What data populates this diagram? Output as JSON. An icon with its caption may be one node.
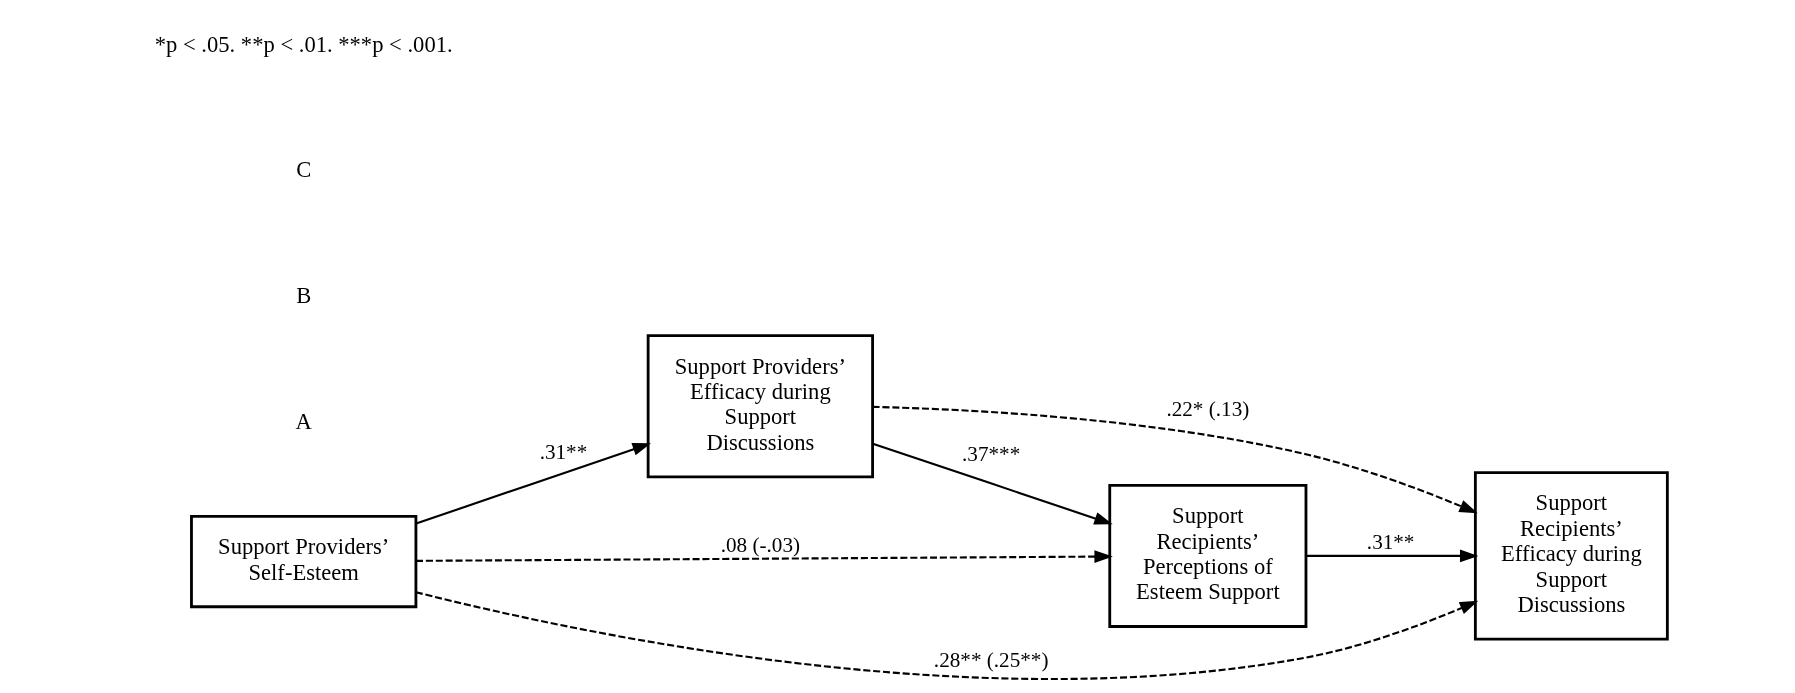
{
  "diagram": {
    "nodes": [
      {
        "text": [
          "Support Providers’ Self-Esteem"
        ]
      },
      {
        "text": [
          "Support Providers’ Efficacy during Support Discussions"
        ]
      },
      {
        "text": [
          "Support Recipients’ Perceptions of Esteem Support"
        ]
      },
      {
        "text": [
          "Support Recipients’ Efficacy during Support Discussions"
        ]
      }
    ],
    "edges": [
      {
        "from": 0,
        "to": 1,
        "arrow": "to",
        "label": ".31**"
      },
      {
        "from": 1,
        "to": 2,
        "arrow": "to",
        "label": ".37***"
      },
      {
        "from": 2,
        "to": 3,
        "arrow": "to",
        "label": ".31**"
      },
      {
        "from": 0,
        "to": 2,
        "arrow": "to",
        "label": ".08 (-.03)",
        "style": "dashed"
      },
      {
        "from": 1,
        "to": 3,
        "arrow": "to",
        "label": ".22* (.13)",
        "style": "dashed"
      },
      {
        "from": 0,
        "to": 3,
        "arrow": "to",
        "label": ".28** (.25**)",
        "style": "dashed"
      }
    ],
    "labels": [
      "A",
      "B",
      "C",
      "*p < .05. **p < .01. ***p < .001."
    ]
  }
}
